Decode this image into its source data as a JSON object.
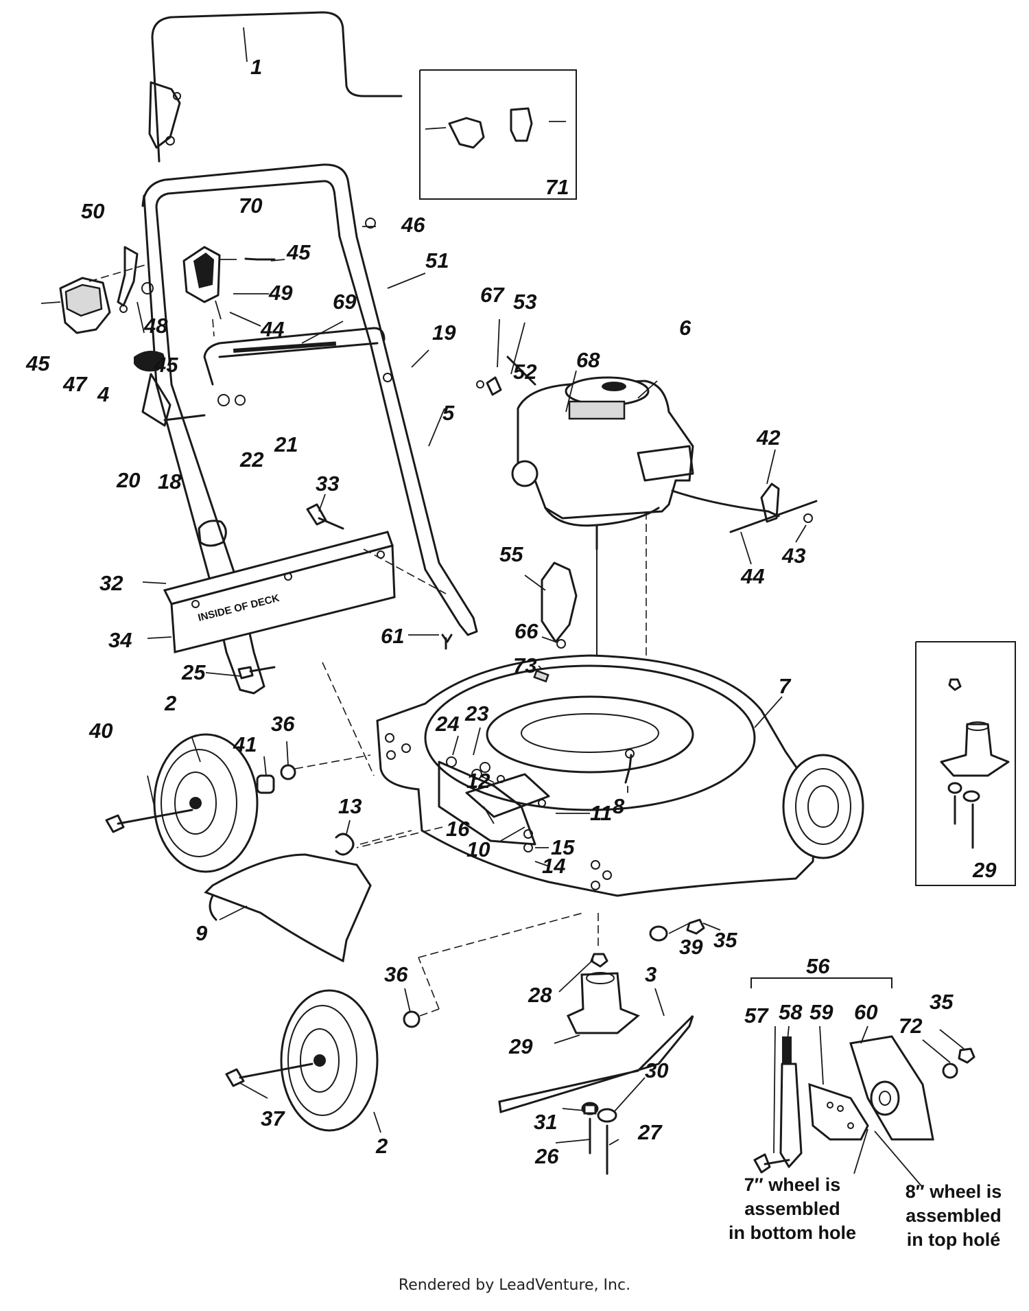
{
  "callouts": [
    "1",
    "71",
    "46",
    "45",
    "50",
    "70",
    "45",
    "51",
    "49",
    "48",
    "44",
    "47",
    "4",
    "45",
    "69",
    "19",
    "67",
    "53",
    "52",
    "68",
    "6",
    "22",
    "21",
    "20",
    "18",
    "5",
    "42",
    "33",
    "43",
    "44",
    "55",
    "32",
    "34",
    "61",
    "66",
    "25",
    "73",
    "7",
    "2",
    "41",
    "36",
    "24",
    "23",
    "40",
    "12",
    "8",
    "16",
    "11",
    "10",
    "15",
    "14",
    "13",
    "29",
    "9",
    "39",
    "35",
    "36",
    "28",
    "3",
    "56",
    "57",
    "58",
    "59",
    "60",
    "35",
    "72",
    "29",
    "30",
    "37",
    "31",
    "27",
    "26",
    "2"
  ],
  "deck_plate_label": "INSIDE OF   DECK",
  "notes": {
    "bottom_hole": [
      "7″ wheel is",
      "assembled",
      "in bottom hole"
    ],
    "top_hole": [
      "8″ wheel is",
      "assembled",
      "in top holé"
    ]
  },
  "credit": "Rendered by LeadVenture, Inc."
}
